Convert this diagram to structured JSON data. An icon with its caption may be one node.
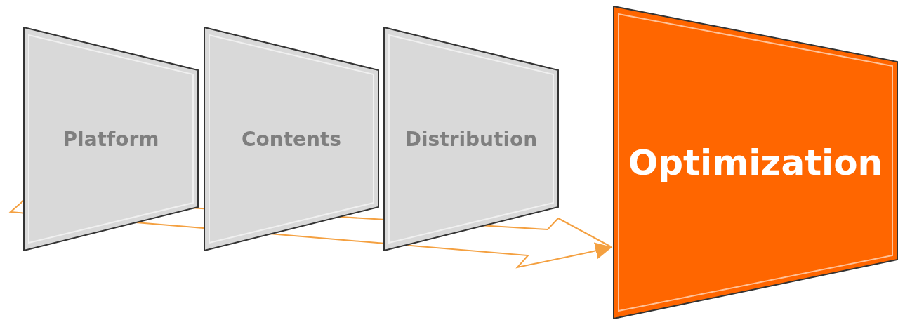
{
  "diagram": {
    "nodes": [
      {
        "text": [
          "Platform"
        ]
      },
      {
        "text": [
          "Contents"
        ]
      },
      {
        "text": [
          "Distribution"
        ]
      },
      {
        "text": [
          "Optimization"
        ]
      }
    ],
    "edges": [
      {
        "from": null,
        "to": 3,
        "arrow": "to",
        "color": "#f4a040"
      }
    ]
  }
}
